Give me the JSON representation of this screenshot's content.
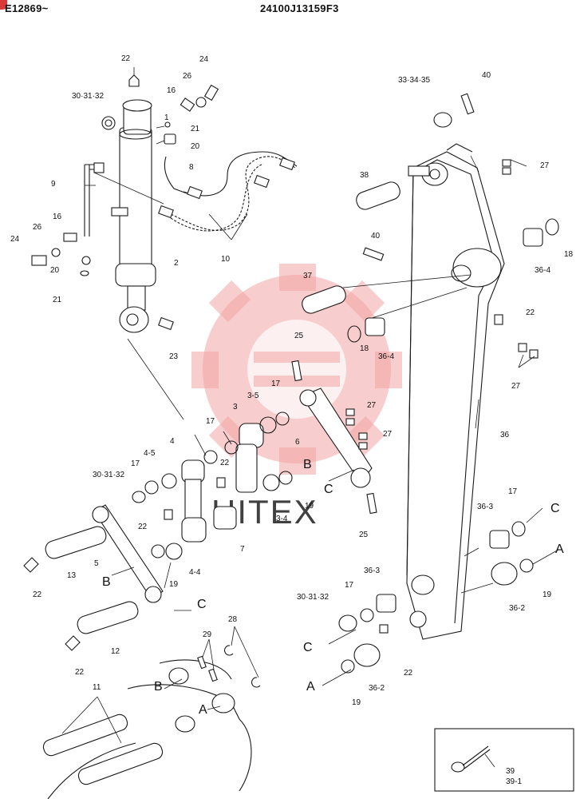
{
  "header": {
    "serial_range": "E12869~",
    "part_code": "24100J13159F3"
  },
  "watermark_text": "HITEX",
  "callouts": [
    {
      "id": "c-22-top",
      "text": "22"
    },
    {
      "id": "c-24-top",
      "text": "24"
    },
    {
      "id": "c-26-top",
      "text": "26"
    },
    {
      "id": "c-16-top",
      "text": "16"
    },
    {
      "id": "c-30-31-32-top",
      "text": "30·31·32"
    },
    {
      "id": "c-1",
      "text": "1"
    },
    {
      "id": "c-21-top",
      "text": "21"
    },
    {
      "id": "c-20-top",
      "text": "20"
    },
    {
      "id": "c-8",
      "text": "8"
    },
    {
      "id": "c-9",
      "text": "9"
    },
    {
      "id": "c-16-mid",
      "text": "16"
    },
    {
      "id": "c-26-mid",
      "text": "26"
    },
    {
      "id": "c-24-mid",
      "text": "24"
    },
    {
      "id": "c-20-mid",
      "text": "20"
    },
    {
      "id": "c-21-mid",
      "text": "21"
    },
    {
      "id": "c-2",
      "text": "2"
    },
    {
      "id": "c-10",
      "text": "10"
    },
    {
      "id": "c-23",
      "text": "23"
    },
    {
      "id": "c-33-34-35",
      "text": "33·34·35"
    },
    {
      "id": "c-40-top",
      "text": "40"
    },
    {
      "id": "c-27-top",
      "text": "27"
    },
    {
      "id": "c-38",
      "text": "38"
    },
    {
      "id": "c-40-mid",
      "text": "40"
    },
    {
      "id": "c-18-right",
      "text": "18"
    },
    {
      "id": "c-36-4-right",
      "text": "36-4"
    },
    {
      "id": "c-37",
      "text": "37"
    },
    {
      "id": "c-22-right",
      "text": "22"
    },
    {
      "id": "c-18-mid",
      "text": "18"
    },
    {
      "id": "c-36-4-mid",
      "text": "36-4"
    },
    {
      "id": "c-27-right",
      "text": "27"
    },
    {
      "id": "c-25-top",
      "text": "25"
    },
    {
      "id": "c-17-a",
      "text": "17"
    },
    {
      "id": "c-3-5",
      "text": "3-5"
    },
    {
      "id": "c-3",
      "text": "3"
    },
    {
      "id": "c-27-link-a",
      "text": "27"
    },
    {
      "id": "c-27-link-b",
      "text": "27"
    },
    {
      "id": "c-6",
      "text": "6"
    },
    {
      "id": "c-36",
      "text": "36"
    },
    {
      "id": "c-17-b",
      "text": "17"
    },
    {
      "id": "c-4",
      "text": "4"
    },
    {
      "id": "c-4-5",
      "text": "4-5"
    },
    {
      "id": "c-17-c",
      "text": "17"
    },
    {
      "id": "c-30-31-32-mid",
      "text": "30·31·32"
    },
    {
      "id": "c-22-link",
      "text": "22"
    },
    {
      "id": "c-B-link",
      "text": "B"
    },
    {
      "id": "c-C-link",
      "text": "C"
    },
    {
      "id": "c-19-link",
      "text": "19"
    },
    {
      "id": "c-3-4",
      "text": "3-4"
    },
    {
      "id": "c-25-bottom",
      "text": "25"
    },
    {
      "id": "c-22-left",
      "text": "22"
    },
    {
      "id": "c-5",
      "text": "5"
    },
    {
      "id": "c-7",
      "text": "7"
    },
    {
      "id": "c-13",
      "text": "13"
    },
    {
      "id": "c-22-left-b",
      "text": "22"
    },
    {
      "id": "c-B-left",
      "text": "B"
    },
    {
      "id": "c-19-left",
      "text": "19"
    },
    {
      "id": "c-4-4",
      "text": "4-4"
    },
    {
      "id": "c-C-left",
      "text": "C"
    },
    {
      "id": "c-17-r",
      "text": "17"
    },
    {
      "id": "c-36-3-r",
      "text": "36-3"
    },
    {
      "id": "c-C-r",
      "text": "C"
    },
    {
      "id": "c-A-r",
      "text": "A"
    },
    {
      "id": "c-19-r",
      "text": "19"
    },
    {
      "id": "c-36-2-r",
      "text": "36-2"
    },
    {
      "id": "c-36-3-b",
      "text": "36-3"
    },
    {
      "id": "c-17-b2",
      "text": "17"
    },
    {
      "id": "c-30-31-32-b",
      "text": "30·31·32"
    },
    {
      "id": "c-C-b",
      "text": "C"
    },
    {
      "id": "c-22-b",
      "text": "22"
    },
    {
      "id": "c-A-b",
      "text": "A"
    },
    {
      "id": "c-19-b",
      "text": "19"
    },
    {
      "id": "c-36-2-b",
      "text": "36-2"
    },
    {
      "id": "c-12",
      "text": "12"
    },
    {
      "id": "c-22-bl",
      "text": "22"
    },
    {
      "id": "c-29",
      "text": "29"
    },
    {
      "id": "c-28",
      "text": "28"
    },
    {
      "id": "c-11",
      "text": "11"
    },
    {
      "id": "c-B-bucket",
      "text": "B"
    },
    {
      "id": "c-A-bucket",
      "text": "A"
    },
    {
      "id": "c-39",
      "text": "39"
    },
    {
      "id": "c-39-1",
      "text": "39-1"
    }
  ]
}
